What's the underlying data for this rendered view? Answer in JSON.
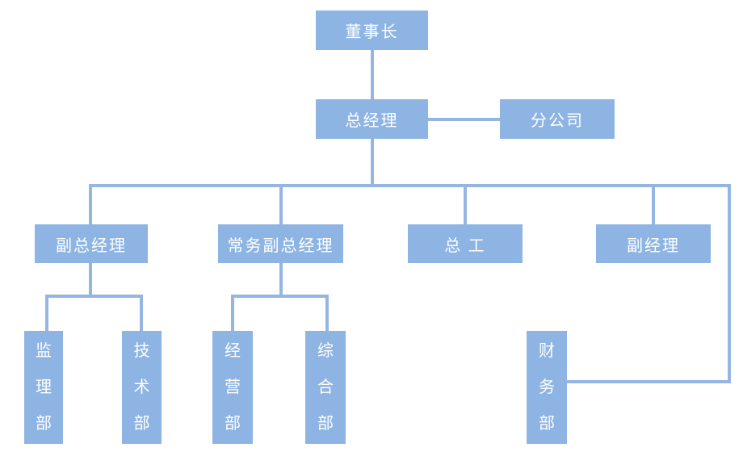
{
  "diagram": {
    "type": "organization-chart",
    "background": "#FFFFFF",
    "box_fill": "#8DB4E2",
    "line_color": "#95B6E1",
    "text_color": "#FFFFFF",
    "nodes": {
      "chairman": {
        "label": "董事长"
      },
      "general_manager": {
        "label": "总经理"
      },
      "branch_company": {
        "label": "分公司"
      },
      "deputy_general_manager": {
        "label": "副总经理"
      },
      "executive_deputy_general_manager": {
        "label": "常务副总经理"
      },
      "chief_engineer": {
        "label": "总 工"
      },
      "deputy_manager": {
        "label": "副经理"
      },
      "supervision_dept": {
        "label": "监理部"
      },
      "technical_dept": {
        "label": "技术部"
      },
      "operations_dept": {
        "label": "经营部"
      },
      "general_affairs_dept": {
        "label": "综合部"
      },
      "finance_dept": {
        "label": "财务部"
      }
    },
    "edges": [
      {
        "from": "chairman",
        "to": "general_manager"
      },
      {
        "from": "general_manager",
        "to": "branch_company"
      },
      {
        "from": "general_manager",
        "to": "deputy_general_manager"
      },
      {
        "from": "general_manager",
        "to": "executive_deputy_general_manager"
      },
      {
        "from": "general_manager",
        "to": "chief_engineer"
      },
      {
        "from": "general_manager",
        "to": "deputy_manager"
      },
      {
        "from": "general_manager",
        "to": "finance_dept"
      },
      {
        "from": "deputy_general_manager",
        "to": "supervision_dept"
      },
      {
        "from": "deputy_general_manager",
        "to": "technical_dept"
      },
      {
        "from": "executive_deputy_general_manager",
        "to": "operations_dept"
      },
      {
        "from": "executive_deputy_general_manager",
        "to": "general_affairs_dept"
      }
    ]
  }
}
